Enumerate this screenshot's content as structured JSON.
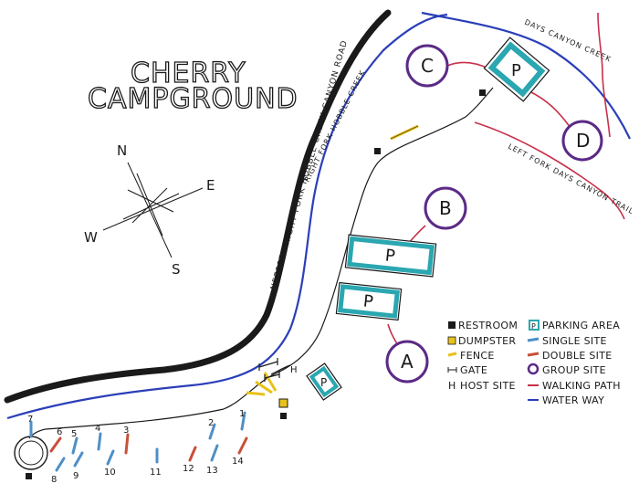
{
  "title": {
    "line1": "CHERRY",
    "line2": "CAMPGROUND"
  },
  "compass": {
    "north": "N",
    "east": "E",
    "south": "S",
    "west": "W"
  },
  "labels": {
    "road": "NF70058 RIGHT FORK HOBBLE CREEK CANYON ROAD",
    "right_fork_creek": "RIGHT FORK HOBBLE CREEK",
    "days_canyon_creek": "DAYS CANYON CREEK",
    "trail": "LEFT FORK DAYS CANYON TRAIL"
  },
  "group_sites": [
    "A",
    "B",
    "C",
    "D"
  ],
  "parking_label": "P",
  "host_label": "H",
  "site_numbers": [
    "1",
    "2",
    "3",
    "4",
    "5",
    "6",
    "7",
    "8",
    "9",
    "10",
    "11",
    "12",
    "13",
    "14"
  ],
  "legend": [
    {
      "symbol": "restroom",
      "label": "RESTROOM"
    },
    {
      "symbol": "parking",
      "label": "PARKING AREA"
    },
    {
      "symbol": "dumpster",
      "label": "DUMPSTER"
    },
    {
      "symbol": "single",
      "label": "SINGLE SITE"
    },
    {
      "symbol": "fence",
      "label": "FENCE"
    },
    {
      "symbol": "double",
      "label": "DOUBLE SITE"
    },
    {
      "symbol": "gate",
      "label": "GATE"
    },
    {
      "symbol": "group",
      "label": "GROUP SITE"
    },
    {
      "symbol": "host",
      "label": "HOST SITE"
    },
    {
      "symbol": "path",
      "label": "WALKING PATH"
    },
    {
      "symbol": "water",
      "label": "WATER WAY"
    }
  ],
  "colors": {
    "road": "#1a1a1a",
    "water": "#2b3fb8",
    "path": "#c8304a",
    "group": "#5b2a86",
    "parking": "#2aa7b0",
    "single": "#4f8fc7",
    "double": "#c8503a",
    "fence": "#e8c21a",
    "dumpster": "#e8c21a"
  }
}
